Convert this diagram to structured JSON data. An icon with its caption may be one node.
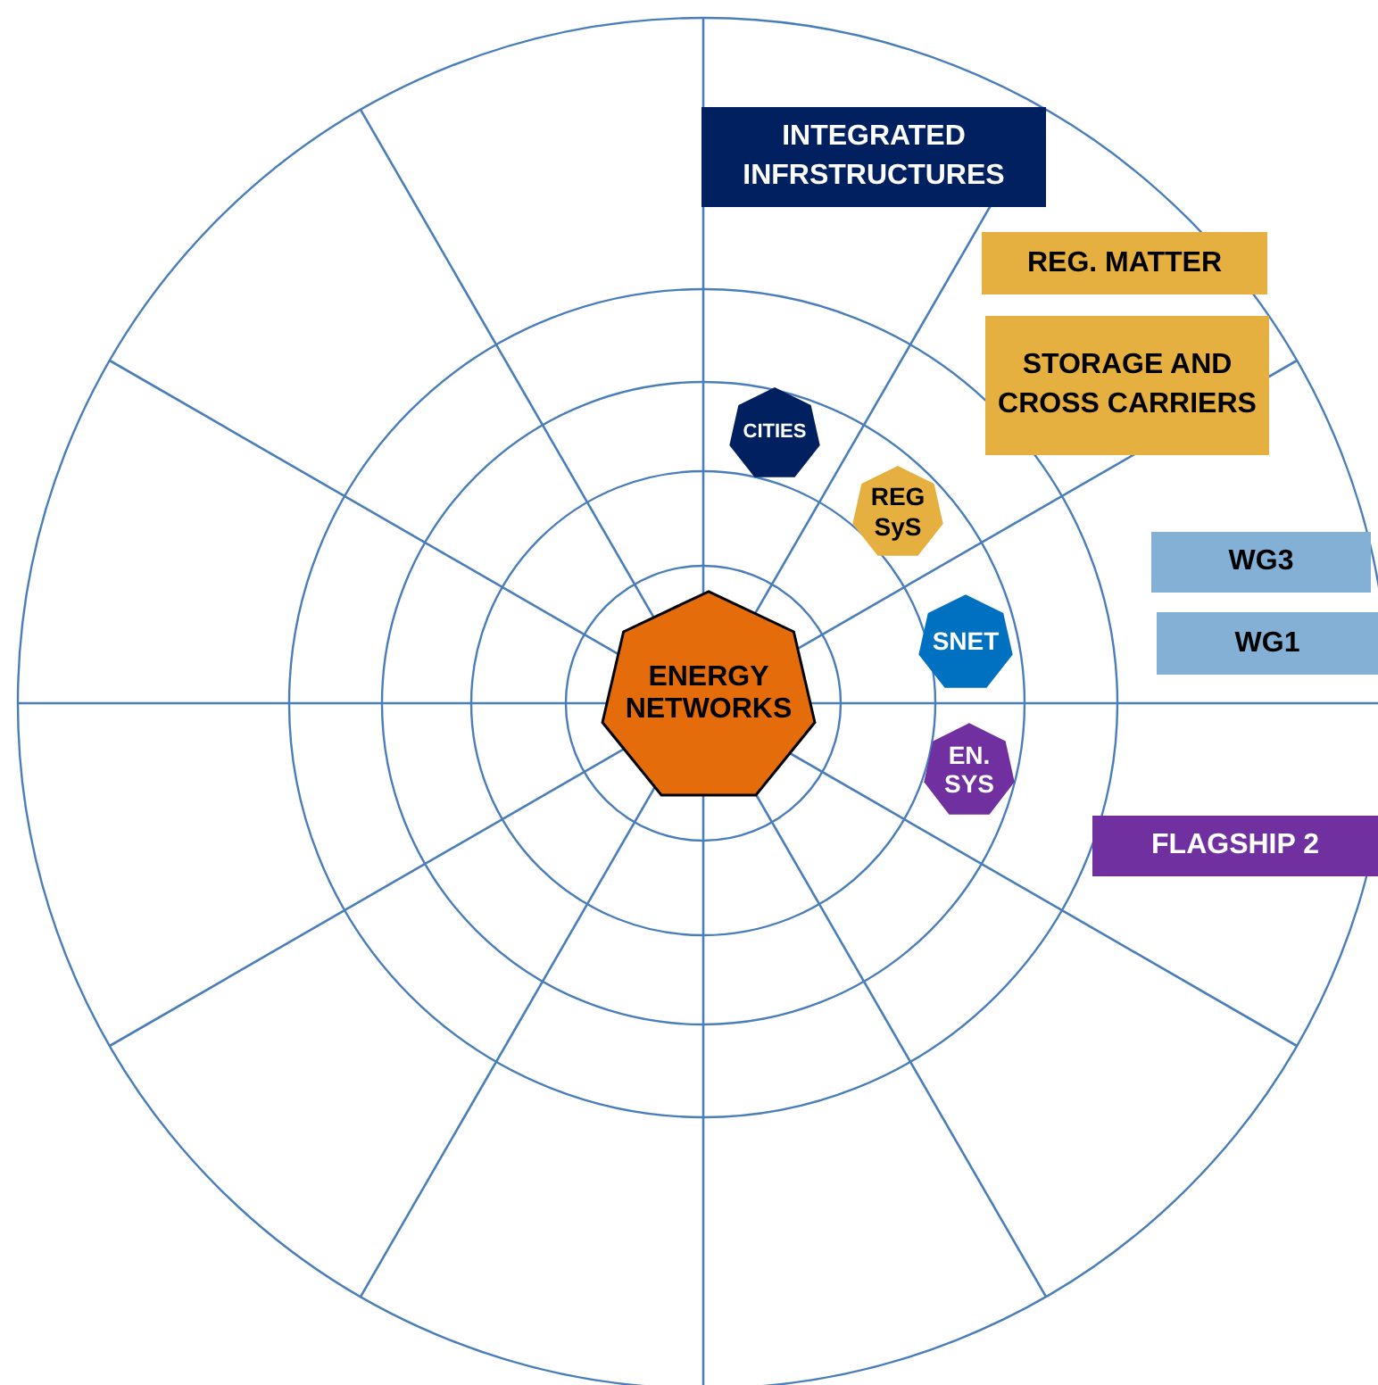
{
  "diagram": {
    "nodes": [
      {
        "text": [
          "INTEGRATED INFRSTRUCTURES"
        ]
      },
      {
        "text": [
          "REG. MATTER"
        ]
      },
      {
        "text": [
          "STORAGE AND CROSS CARRIERS"
        ]
      },
      {
        "text": [
          "WG3"
        ]
      },
      {
        "text": [
          "WG1"
        ]
      },
      {
        "text": [
          "FLAGSHIP 2"
        ]
      },
      {
        "text": [
          "CITIES"
        ]
      },
      {
        "text": [
          "REG SyS"
        ]
      },
      {
        "text": [
          "ENERGY NETWORKS"
        ]
      },
      {
        "text": [
          "SNET"
        ]
      },
      {
        "text": [
          "EN. SYS"
        ]
      }
    ]
  }
}
